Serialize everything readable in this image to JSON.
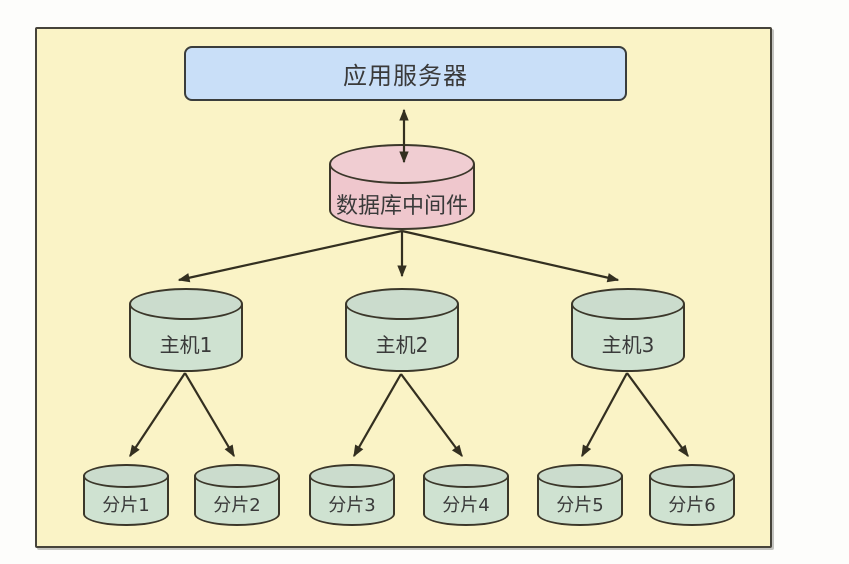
{
  "diagram": {
    "type": "database-sharding-architecture",
    "app_server": {
      "label": "应用服务器"
    },
    "middleware": {
      "label": "数据库中间件"
    },
    "hosts": [
      {
        "label": "主机1"
      },
      {
        "label": "主机2"
      },
      {
        "label": "主机3"
      }
    ],
    "shards": [
      {
        "label": "分片1"
      },
      {
        "label": "分片2"
      },
      {
        "label": "分片3"
      },
      {
        "label": "分片4"
      },
      {
        "label": "分片5"
      },
      {
        "label": "分片6"
      }
    ]
  },
  "colors": {
    "panel-bg": "#faf3c6",
    "panel-border": "#46433a",
    "app-server-fill": "#c9dff8",
    "app-server-border": "#3a3d3c",
    "middleware-fill": "#efc7cd",
    "middleware-top-fill": "#f0cdd2",
    "db-fill": "#cfe2d1",
    "db-top-fill": "#cbdccd",
    "outline": "#3b372a",
    "arrow": "#332f20",
    "text": "#3a3a3a"
  }
}
